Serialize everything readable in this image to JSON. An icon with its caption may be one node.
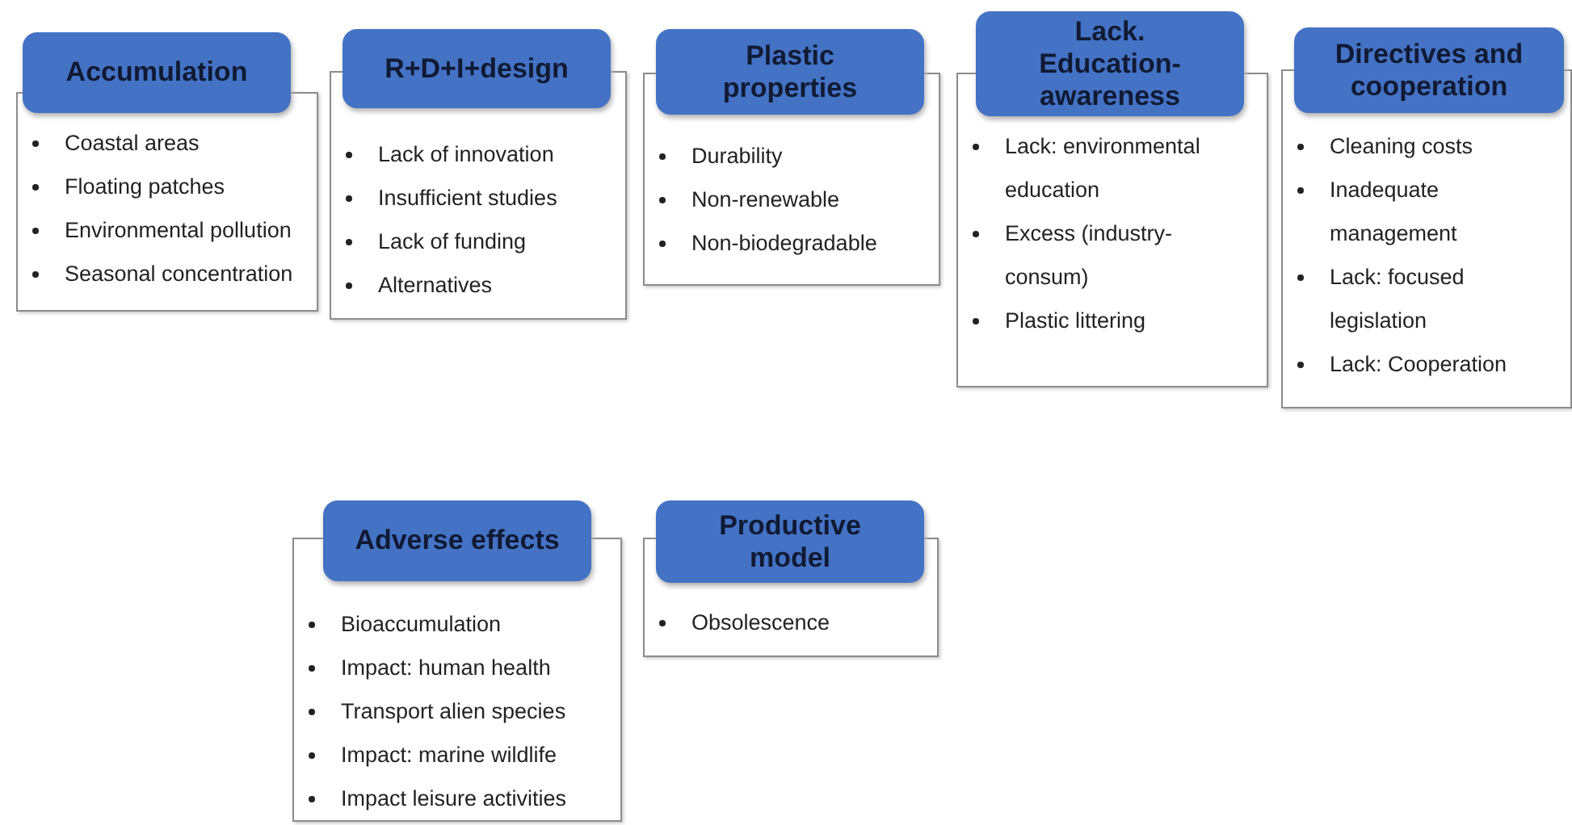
{
  "diagram": {
    "nodes": [
      {
        "text": [
          "Accumulation",
          "Coastal areas",
          "Floating patches",
          "Environmental pollution",
          "Seasonal concentration"
        ]
      },
      {
        "text": [
          "R+D+I+design",
          "Lack of innovation",
          "Insufficient studies",
          "Lack of funding",
          "Alternatives"
        ]
      },
      {
        "text": [
          "Plastic properties",
          "Durability",
          "Non-renewable",
          "Non-biodegradable"
        ]
      },
      {
        "text": [
          "Lack. Education-awareness",
          "Lack: environmental education",
          "Excess (industry-consum)",
          "Plastic littering"
        ]
      },
      {
        "text": [
          "Directives and cooperation",
          "Cleaning costs",
          "Inadequate management",
          "Lack: focused legislation",
          "Lack: Cooperation"
        ]
      },
      {
        "text": [
          "Adverse effects",
          "Bioaccumulation",
          "Impact: human health",
          "Transport alien species",
          "Impact: marine wildlife",
          "Impact leisure activities"
        ]
      },
      {
        "text": [
          "Productive model",
          "Obsolescence"
        ]
      }
    ]
  }
}
